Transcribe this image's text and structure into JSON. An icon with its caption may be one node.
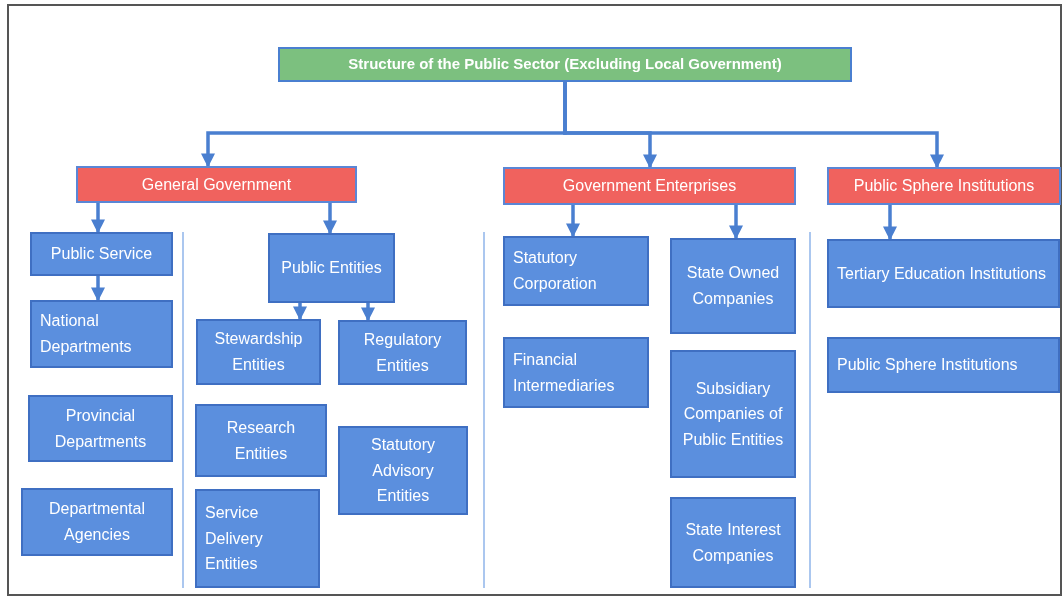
{
  "diagram": {
    "nodes": [
      {
        "text": [
          "Structure of the Public Sector (Excluding Local Government)"
        ]
      },
      {
        "text": [
          "General Government"
        ]
      },
      {
        "text": [
          "Government Enterprises"
        ]
      },
      {
        "text": [
          "Public Sphere Institutions"
        ]
      },
      {
        "text": [
          "Public Service"
        ]
      },
      {
        "text": [
          "Public Entities"
        ]
      },
      {
        "text": [
          "National Departments"
        ]
      },
      {
        "text": [
          "Provincial Departments"
        ]
      },
      {
        "text": [
          "Departmental Agencies"
        ]
      },
      {
        "text": [
          "Stewardship Entities"
        ]
      },
      {
        "text": [
          "Regulatory Entities"
        ]
      },
      {
        "text": [
          "Research Entities"
        ]
      },
      {
        "text": [
          "Statutory Advisory Entities"
        ]
      },
      {
        "text": [
          "Service Delivery Entities"
        ]
      },
      {
        "text": [
          "Statutory Corporation"
        ]
      },
      {
        "text": [
          "Financial Intermediaries"
        ]
      },
      {
        "text": [
          "State Owned Companies"
        ]
      },
      {
        "text": [
          "Subsidiary Companies of Public Entities"
        ]
      },
      {
        "text": [
          "State Interest Companies"
        ]
      },
      {
        "text": [
          "Tertiary Education Institutions"
        ]
      },
      {
        "text": [
          "Public Sphere Institutions"
        ]
      }
    ],
    "edges": [
      {
        "from": 0,
        "to": 1,
        "arrow": "to"
      },
      {
        "from": 0,
        "to": 2,
        "arrow": "to"
      },
      {
        "from": 0,
        "to": 3,
        "arrow": "to"
      },
      {
        "from": 1,
        "to": 4,
        "arrow": "to"
      },
      {
        "from": 1,
        "to": 5,
        "arrow": "to"
      },
      {
        "from": 4,
        "to": 6,
        "arrow": "to"
      },
      {
        "from": 5,
        "to": 9,
        "arrow": "to"
      },
      {
        "from": 5,
        "to": 10,
        "arrow": "to"
      },
      {
        "from": 2,
        "to": 14,
        "arrow": "to"
      },
      {
        "from": 2,
        "to": 16,
        "arrow": "to"
      },
      {
        "from": 3,
        "to": 19,
        "arrow": "to"
      }
    ]
  }
}
